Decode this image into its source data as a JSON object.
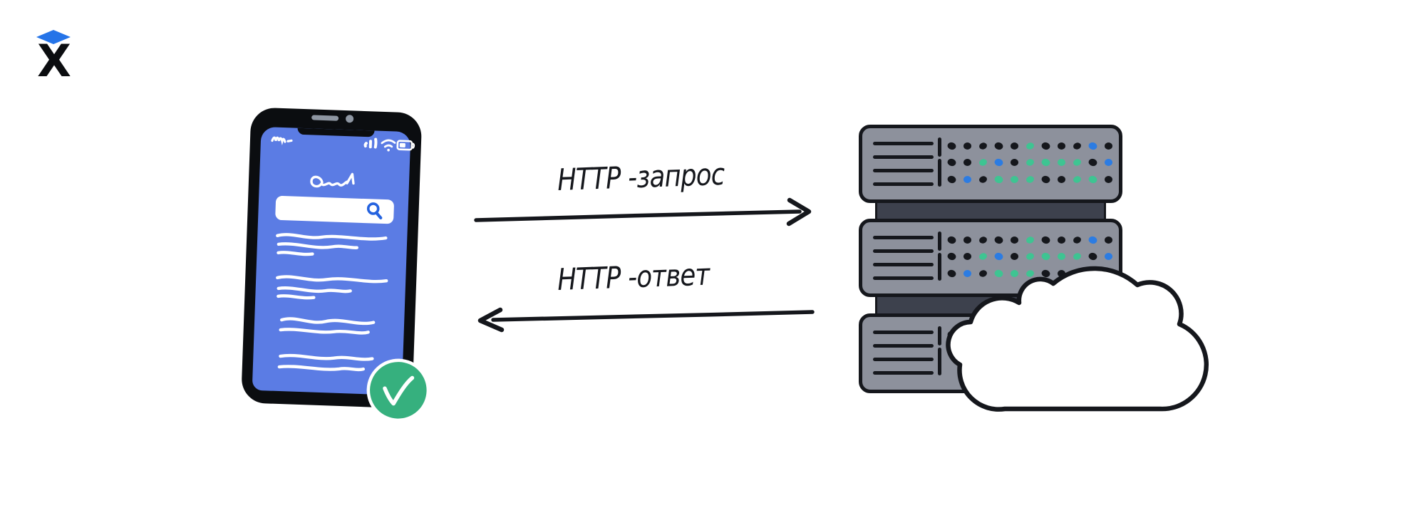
{
  "colors": {
    "page_bg": "#ffffff",
    "ink": "#15171c",
    "phone_frame": "#0b0d10",
    "screen_blue": "#5b7ce4",
    "brand_blue": "#2574e8",
    "search_blue": "#2563df",
    "check_green": "#36b07e",
    "server_gray": "#8d919c",
    "server_strip": "#3d414d",
    "speaker_gray": "#8f97a3",
    "white": "#ffffff"
  },
  "logo": {
    "letter": "X",
    "icon": "diamond-icon",
    "diamond_color": "#2574e8"
  },
  "diagram": {
    "request_label": "HTTP -запрос",
    "response_label": "HTTP -ответ"
  },
  "phone": {
    "status_icons": [
      "time-scribble",
      "signal-icon",
      "wifi-icon",
      "battery-icon"
    ],
    "search_engine_logo": "handwritten-logo-scribble",
    "search_icon": "search-icon",
    "result_line_groups": [
      3,
      3,
      2,
      2
    ],
    "badge": {
      "icon": "check-icon",
      "color": "#36b07e"
    }
  },
  "server": {
    "units_count": 3,
    "vent_lines_per_unit": 4,
    "led_colors": {
      "K": "#15171c",
      "G": "#3ec492",
      "B": "#2c7ce2"
    },
    "units": [
      {
        "leds": [
          [
            "K",
            "K",
            "K",
            "K",
            "K",
            "G",
            "K",
            "K",
            "K",
            "B",
            "K"
          ],
          [
            "K",
            "K",
            "G",
            "B",
            "K",
            "G",
            "G",
            "G",
            "G",
            "K",
            "B"
          ],
          [
            "K",
            "B",
            "K",
            "G",
            "G",
            "G",
            "K",
            "K",
            "G",
            "G",
            "K"
          ]
        ]
      },
      {
        "leds": [
          [
            "K",
            "K",
            "K",
            "K",
            "K",
            "G",
            "K",
            "K",
            "K",
            "B",
            "K"
          ],
          [
            "K",
            "K",
            "G",
            "B",
            "K",
            "G",
            "G",
            "G",
            "G",
            "K",
            "B"
          ],
          [
            "K",
            "B",
            "K",
            "G",
            "G",
            "G",
            "K",
            "K",
            "G",
            "G",
            "K"
          ]
        ]
      },
      {
        "leds": [
          [
            "K"
          ]
        ]
      }
    ]
  },
  "cloud": {
    "icon": "cloud-icon",
    "fill": "#ffffff",
    "outline": "#15171c"
  }
}
